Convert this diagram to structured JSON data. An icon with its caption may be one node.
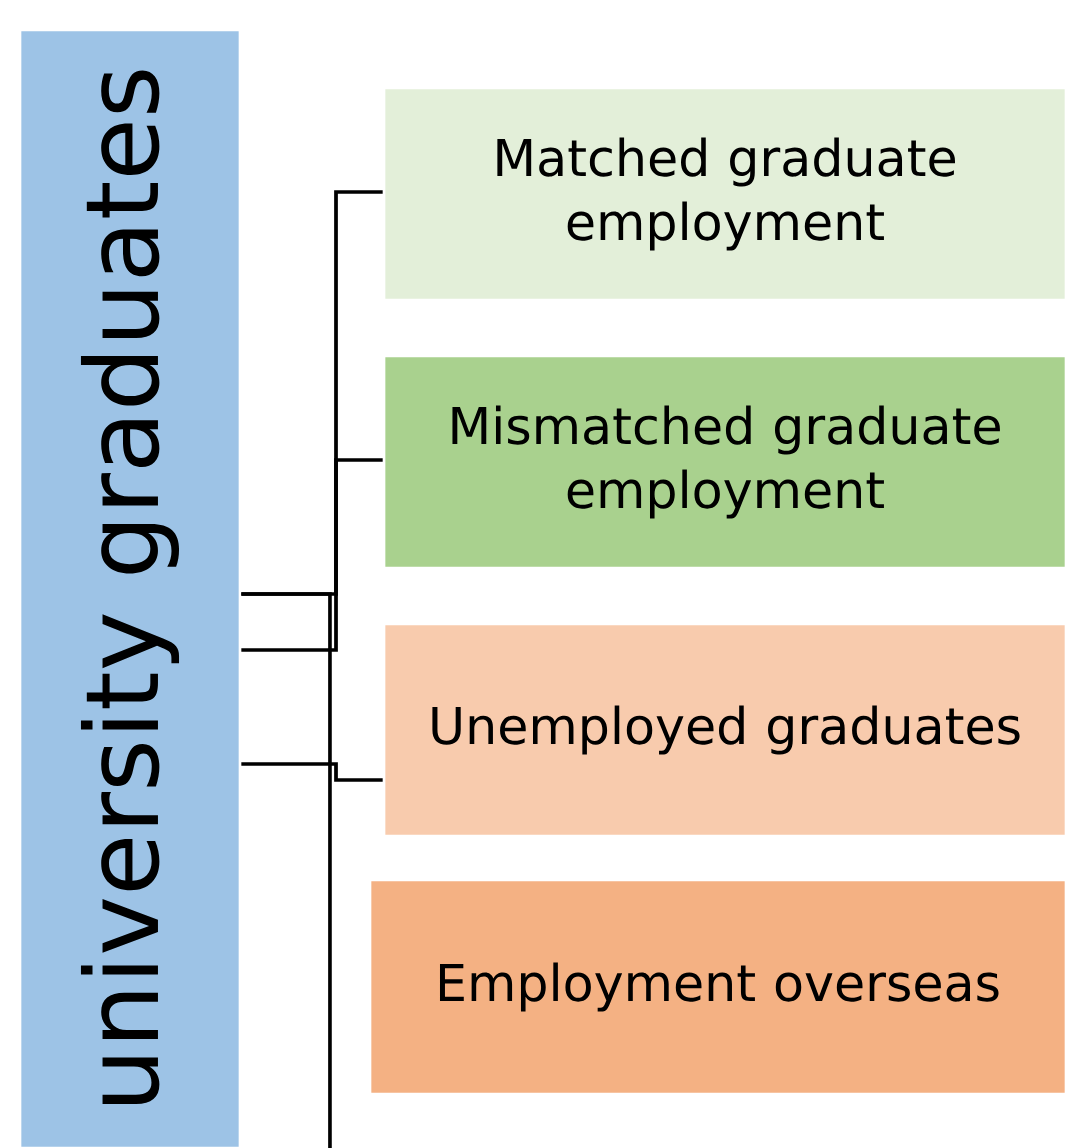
{
  "diagram": {
    "nodes": [
      {
        "text": [
          "university graduates"
        ]
      },
      {
        "text": [
          "Matched graduate employment"
        ]
      },
      {
        "text": [
          "Mismatched graduate employment"
        ]
      },
      {
        "text": [
          "Unemployed graduates"
        ]
      },
      {
        "text": [
          "Employment overseas"
        ]
      }
    ],
    "edges": [
      {
        "from": 0,
        "to": 1,
        "arrow": "none"
      },
      {
        "from": 0,
        "to": 2,
        "arrow": "none"
      },
      {
        "from": 0,
        "to": 3,
        "arrow": "none"
      },
      {
        "from": 0,
        "to": null,
        "arrow": "none"
      }
    ]
  }
}
